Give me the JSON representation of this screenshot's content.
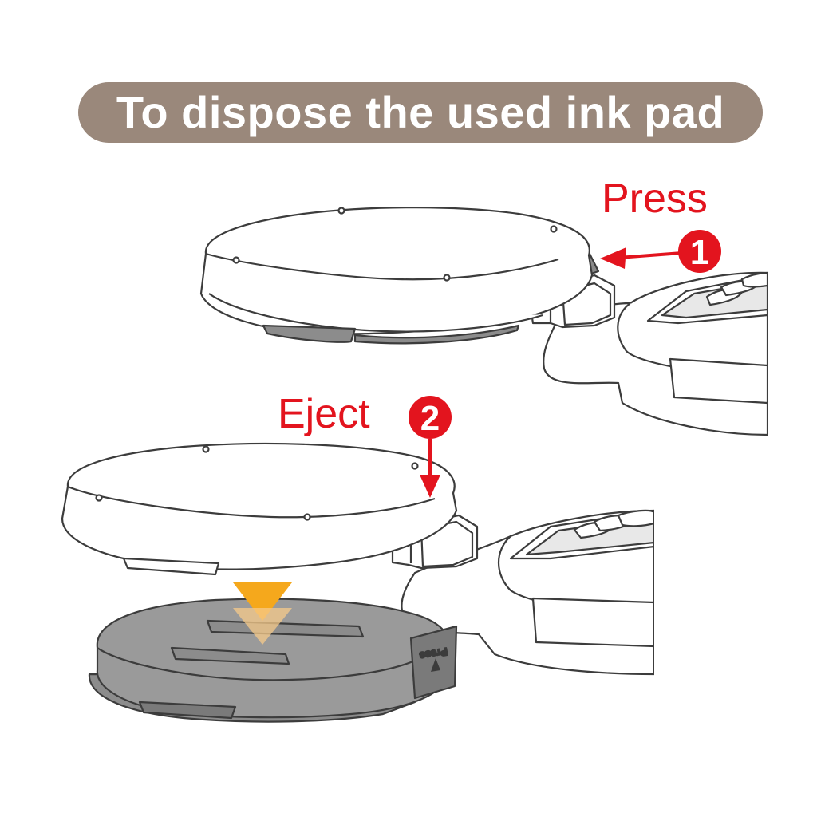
{
  "title": "To dispose the used ink pad",
  "steps": [
    {
      "number": "1",
      "label": "Press"
    },
    {
      "number": "2",
      "label": "Eject"
    }
  ],
  "tab_label": "Press",
  "colors": {
    "banner": "#9a887b",
    "accent_red": "#e3141e",
    "arrow_orange": "#f5a81c",
    "ink_pad_gray": "#8c8c8c",
    "outline": "#3c3c3c"
  }
}
